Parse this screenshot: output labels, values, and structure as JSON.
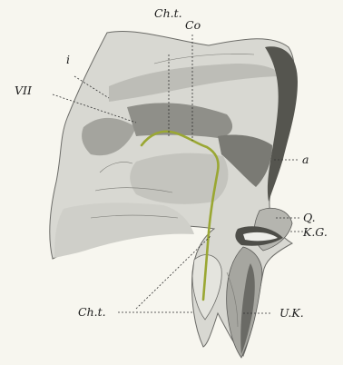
{
  "figure": {
    "labels": {
      "ch_t_top": "Ch.t.",
      "co": "Co",
      "i": "i",
      "vii": "VII",
      "a": "a",
      "q": "Q.",
      "kg": "K.G.",
      "ch_t_bottom": "Ch.t.",
      "uk": "U.K."
    },
    "colors": {
      "background": "#f7f6ef",
      "bone_light": "#dcdcd6",
      "bone_mid": "#a9a9a3",
      "bone_dark": "#5a5a57",
      "nerve": "#9aa733"
    }
  }
}
